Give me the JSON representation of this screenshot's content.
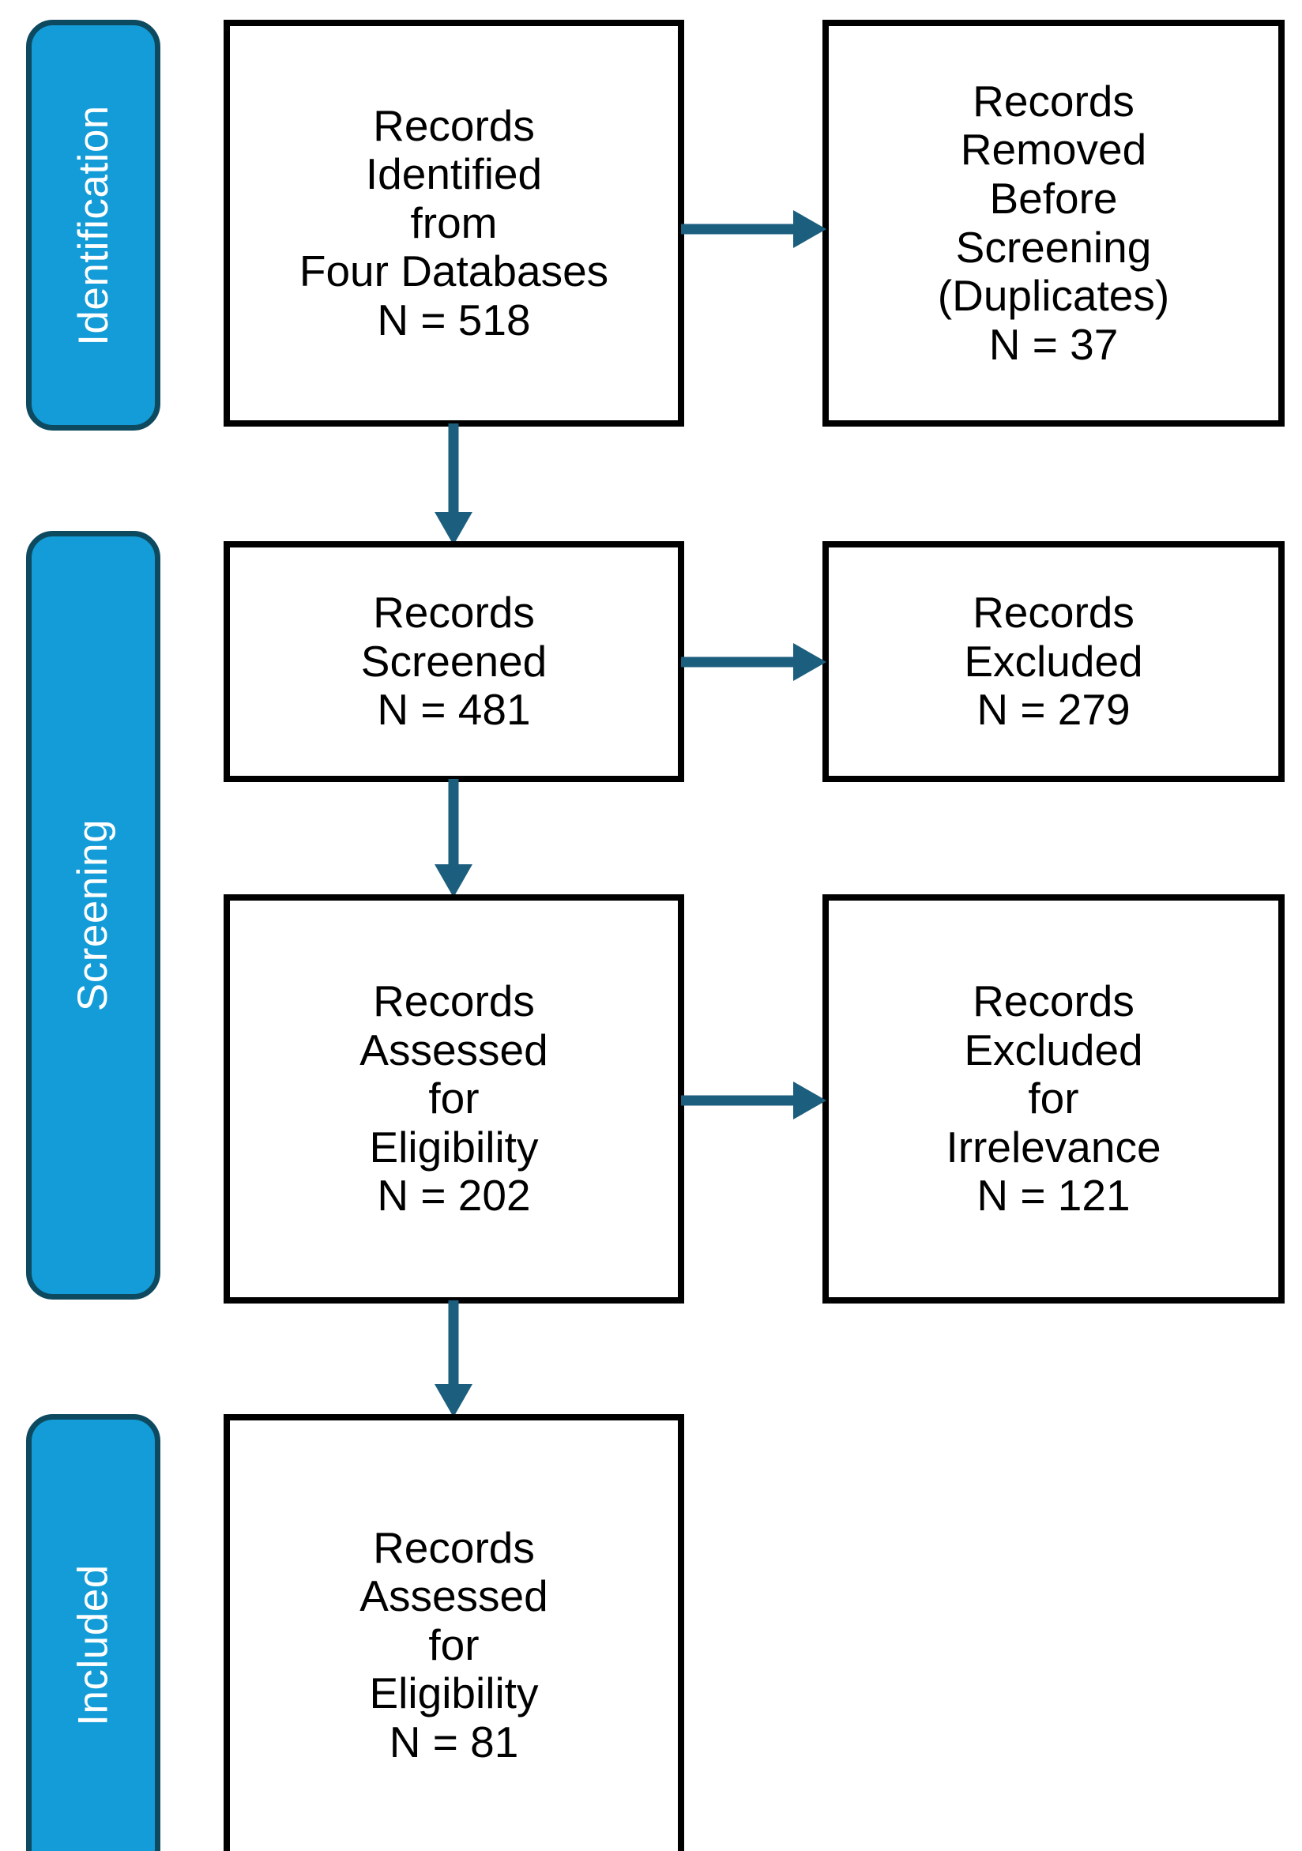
{
  "diagram": {
    "type": "prisma-flow-diagram",
    "accent_blue": "#139CD7",
    "accent_blue_border": "#0D4A60",
    "arrow_color": "#1C5E7E",
    "box_border_color": "#000000",
    "background": "#FFFFFF"
  },
  "stages": [
    {
      "id": "identification",
      "label": "Identification"
    },
    {
      "id": "screening",
      "label": "Screening"
    },
    {
      "id": "included",
      "label": "Included"
    }
  ],
  "boxes": {
    "records_identified": {
      "text": "Records\nIdentified\nfrom\nFour Databases\nN = 518",
      "label": "Records Identified from Four Databases",
      "n": 518
    },
    "records_removed": {
      "text": "Records\nRemoved\nBefore\nScreening\n(Duplicates)\nN = 37",
      "label": "Records Removed Before Screening (Duplicates)",
      "n": 37
    },
    "records_screened": {
      "text": "Records\nScreened\nN = 481",
      "label": "Records Screened",
      "n": 481
    },
    "records_excluded": {
      "text": "Records\nExcluded\nN = 279",
      "label": "Records Excluded",
      "n": 279
    },
    "records_assessed_eligibility": {
      "text": "Records\nAssessed\nfor\nEligibility\nN = 202",
      "label": "Records Assessed for Eligibility",
      "n": 202
    },
    "records_excluded_irrelevance": {
      "text": "Records\nExcluded\nfor\nIrrelevance\nN = 121",
      "label": "Records Excluded for Irrelevance",
      "n": 121
    },
    "records_included": {
      "text": "Records\nAssessed\nfor\nEligibility\nN = 81",
      "label": "Records Assessed for Eligibility",
      "n": 81
    }
  },
  "arrows": [
    {
      "id": "identified-to-removed",
      "direction": "right",
      "from": "records_identified",
      "to": "records_removed"
    },
    {
      "id": "identified-to-screened",
      "direction": "down",
      "from": "records_identified",
      "to": "records_screened"
    },
    {
      "id": "screened-to-excluded",
      "direction": "right",
      "from": "records_screened",
      "to": "records_excluded"
    },
    {
      "id": "screened-to-assessed",
      "direction": "down",
      "from": "records_screened",
      "to": "records_assessed_eligibility"
    },
    {
      "id": "assessed-to-irrelevance",
      "direction": "right",
      "from": "records_assessed_eligibility",
      "to": "records_excluded_irrelevance"
    },
    {
      "id": "assessed-to-included",
      "direction": "down",
      "from": "records_assessed_eligibility",
      "to": "records_included"
    }
  ]
}
